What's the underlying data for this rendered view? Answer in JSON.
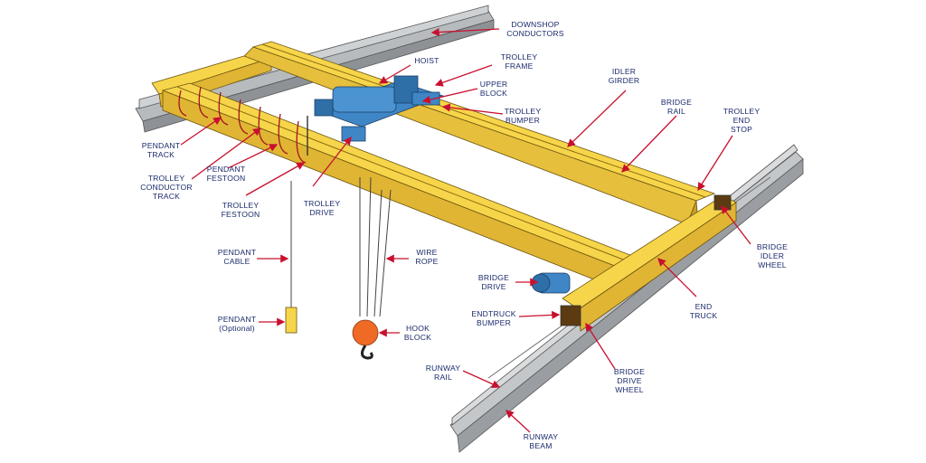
{
  "labels": {
    "downshop_conductors": [
      "DOWNSHOP",
      "CONDUCTORS"
    ],
    "hoist": [
      "HOIST"
    ],
    "trolley_frame": [
      "TROLLEY",
      "FRAME"
    ],
    "upper_block": [
      "UPPER",
      "BLOCK"
    ],
    "trolley_bumper": [
      "TROLLEY",
      "BUMPER"
    ],
    "idler_girder": [
      "IDLER",
      "GIRDER"
    ],
    "bridge_rail": [
      "BRIDGE",
      "RAIL"
    ],
    "trolley_end_stop": [
      "TROLLEY",
      "END",
      "STOP"
    ],
    "pendant_track": [
      "PENDANT",
      "TRACK"
    ],
    "trolley_conductor_track": [
      "TROLLEY",
      "CONDUCTOR",
      "TRACK"
    ],
    "pendant_festoon": [
      "PENDANT",
      "FESTOON"
    ],
    "trolley_festoon": [
      "TROLLEY",
      "FESTOON"
    ],
    "trolley_drive": [
      "TROLLEY",
      "DRIVE"
    ],
    "pendant_cable": [
      "PENDANT",
      "CABLE"
    ],
    "wire_rope": [
      "WIRE",
      "ROPE"
    ],
    "bridge_drive": [
      "BRIDGE",
      "DRIVE"
    ],
    "bridge_idler_wheel": [
      "BRIDGE",
      "IDLER",
      "WHEEL"
    ],
    "end_truck": [
      "END",
      "TRUCK"
    ],
    "endtruck_bumper": [
      "ENDTRUCK",
      "BUMPER"
    ],
    "pendant": [
      "PENDANT",
      "(Optional)"
    ],
    "hook_block": [
      "HOOK",
      "BLOCK"
    ],
    "bridge_drive_wheel": [
      "BRIDGE",
      "DRIVE",
      "WHEEL"
    ],
    "runway_rail": [
      "RUNWAY",
      "RAIL"
    ],
    "runway_beam": [
      "RUNWAY",
      "BEAM"
    ]
  },
  "colors": {
    "girder_yellow": "#f7d54a",
    "girder_shade": "#e0b533",
    "runway_gray": "#a7abae",
    "hoist_blue": "#3f86c6",
    "hook_orange": "#ee6a25",
    "leader_red": "#c8102e",
    "label_navy": "#1a2a6c"
  }
}
